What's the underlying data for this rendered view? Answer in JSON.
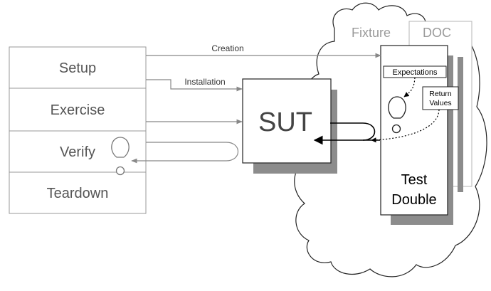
{
  "phases": {
    "setup": "Setup",
    "exercise": "Exercise",
    "verify": "Verify",
    "teardown": "Teardown"
  },
  "flows": {
    "creation": "Creation",
    "installation": "Installation"
  },
  "sut": {
    "label": "SUT"
  },
  "fixture": {
    "label": "Fixture"
  },
  "doc": {
    "label": "DOC"
  },
  "test_double": {
    "line1": "Test",
    "line2": "Double"
  },
  "callouts": {
    "expectations": "Expectations",
    "return_line1": "Return",
    "return_line2": "Values"
  },
  "colors": {
    "stroke": "#000000",
    "light_stroke": "#8a8a8a",
    "phase_text": "#555555",
    "fixture_text": "#9a9a9a",
    "shadow": "#8c8c8c"
  }
}
